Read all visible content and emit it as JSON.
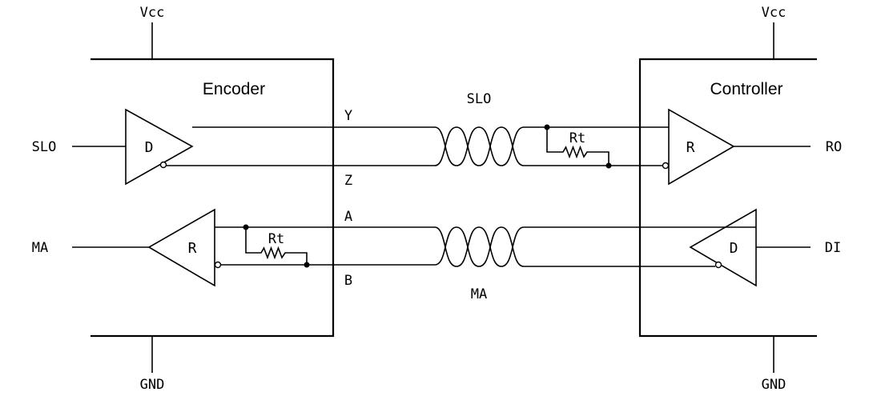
{
  "encoder": {
    "title": "Encoder",
    "vcc": "Vcc",
    "gnd": "GND",
    "driver_label": "D",
    "receiver_label": "R",
    "input_signal": "SLO",
    "output_signal": "MA",
    "termination": "Rt",
    "pins": {
      "y": "Y",
      "z": "Z",
      "a": "A",
      "b": "B"
    }
  },
  "controller": {
    "title": "Controller",
    "vcc": "Vcc",
    "gnd": "GND",
    "receiver_label": "R",
    "driver_label": "D",
    "output_signal": "RO",
    "input_signal": "DI",
    "termination": "Rt"
  },
  "cables": {
    "top_pair": "SLO",
    "bottom_pair": "MA"
  }
}
